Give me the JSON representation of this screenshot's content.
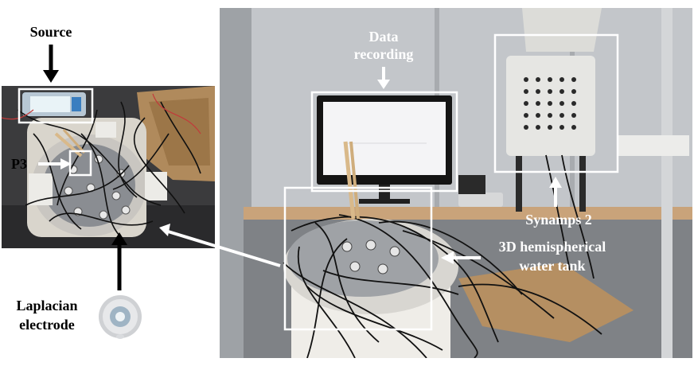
{
  "labels": {
    "source": "Source",
    "p3": "P3",
    "laplacian": [
      "Laplacian",
      "electrode"
    ],
    "data_recording": [
      "Data",
      "recording"
    ],
    "synamps": "Synamps 2",
    "tank": [
      "3D hemispherical",
      "water tank"
    ]
  },
  "colors": {
    "highlight_box": "#ffffff",
    "arrow_black": "#000000",
    "arrow_white": "#ffffff",
    "label_text": "#000000",
    "label_text_on_photo": "#ffffff"
  }
}
